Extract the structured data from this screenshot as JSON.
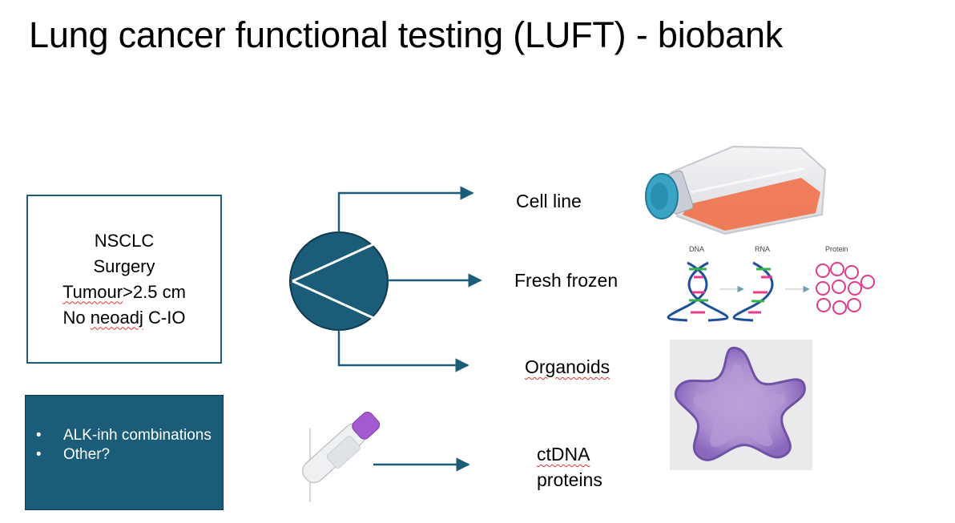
{
  "title": "Lung cancer functional testing (LUFT) - biobank",
  "criteria": {
    "line1": "NSCLC",
    "line2": "Surgery",
    "line3_word": "Tumour",
    "line3_rest": ">2.5 cm",
    "line4_pre": "No ",
    "line4_word": "neoadj",
    "line4_post": " C-IO"
  },
  "notes": {
    "items": [
      "ALK-inh combinations",
      "Other?"
    ]
  },
  "outputs": {
    "cell_line": "Cell line",
    "fresh_frozen": "Fresh frozen",
    "organoids": "Organoids",
    "ctdna_1": "ctDNA",
    "ctdna_2": "proteins"
  },
  "omics": {
    "dna": "DNA",
    "rna": "RNA",
    "protein": "Protein"
  },
  "colors": {
    "accent": "#1b5d79",
    "flask_cap": "#3ba3c4",
    "flask_media": "#f0714a",
    "tube_cap": "#a35ad0",
    "organoid": "#9d7ecf"
  }
}
